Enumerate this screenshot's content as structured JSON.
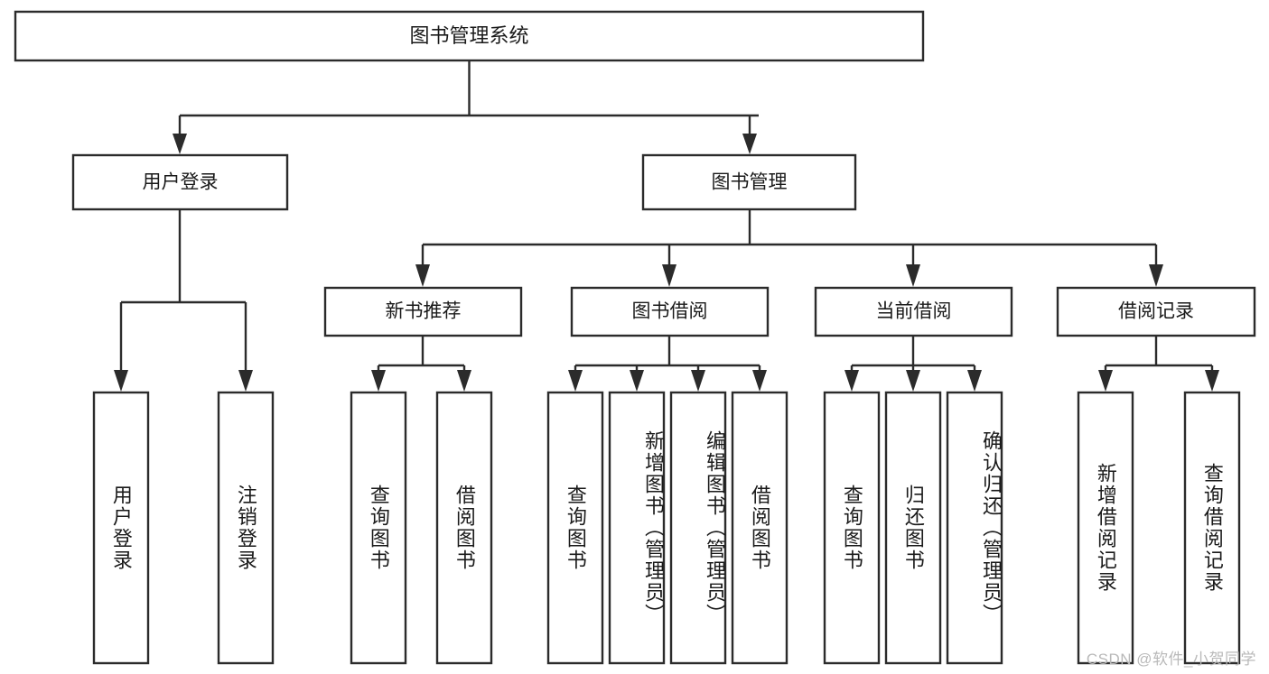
{
  "diagram": {
    "title_node": {
      "label": "图书管理系统"
    },
    "level1": [
      {
        "id": "user-login",
        "label": "用户登录"
      },
      {
        "id": "book-manage",
        "label": "图书管理"
      }
    ],
    "level2": [
      {
        "id": "new-book-recommend",
        "label": "新书推荐"
      },
      {
        "id": "book-borrow",
        "label": "图书借阅"
      },
      {
        "id": "current-borrow",
        "label": "当前借阅"
      },
      {
        "id": "borrow-record",
        "label": "借阅记录"
      }
    ],
    "leaves": {
      "user_login": [
        {
          "id": "leaf-user-login",
          "label": "用户登录"
        },
        {
          "id": "leaf-logout-login",
          "label": "注销登录"
        }
      ],
      "new_book_recommend": [
        {
          "id": "leaf-query-book-1",
          "label": "查询图书"
        },
        {
          "id": "leaf-borrow-book-1",
          "label": "借阅图书"
        }
      ],
      "book_borrow": [
        {
          "id": "leaf-query-book-2",
          "label": "查询图书"
        },
        {
          "id": "leaf-add-book",
          "label": "新增图书（管理员）"
        },
        {
          "id": "leaf-edit-book",
          "label": "编辑图书（管理员）"
        },
        {
          "id": "leaf-borrow-book-2",
          "label": "借阅图书"
        }
      ],
      "current_borrow": [
        {
          "id": "leaf-query-book-3",
          "label": "查询图书"
        },
        {
          "id": "leaf-return-book",
          "label": "归还图书"
        },
        {
          "id": "leaf-confirm-return",
          "label": "确认归还（管理员）"
        }
      ],
      "borrow_record": [
        {
          "id": "leaf-add-record",
          "label": "新增借阅记录"
        },
        {
          "id": "leaf-query-record",
          "label": "查询借阅记录"
        }
      ]
    },
    "watermark": "CSDN @软件_小贺同学",
    "colors": {
      "stroke": "#2b2b2b",
      "fill": "#ffffff",
      "text": "#1a1a1a",
      "watermark": "#b9b9b9"
    }
  }
}
